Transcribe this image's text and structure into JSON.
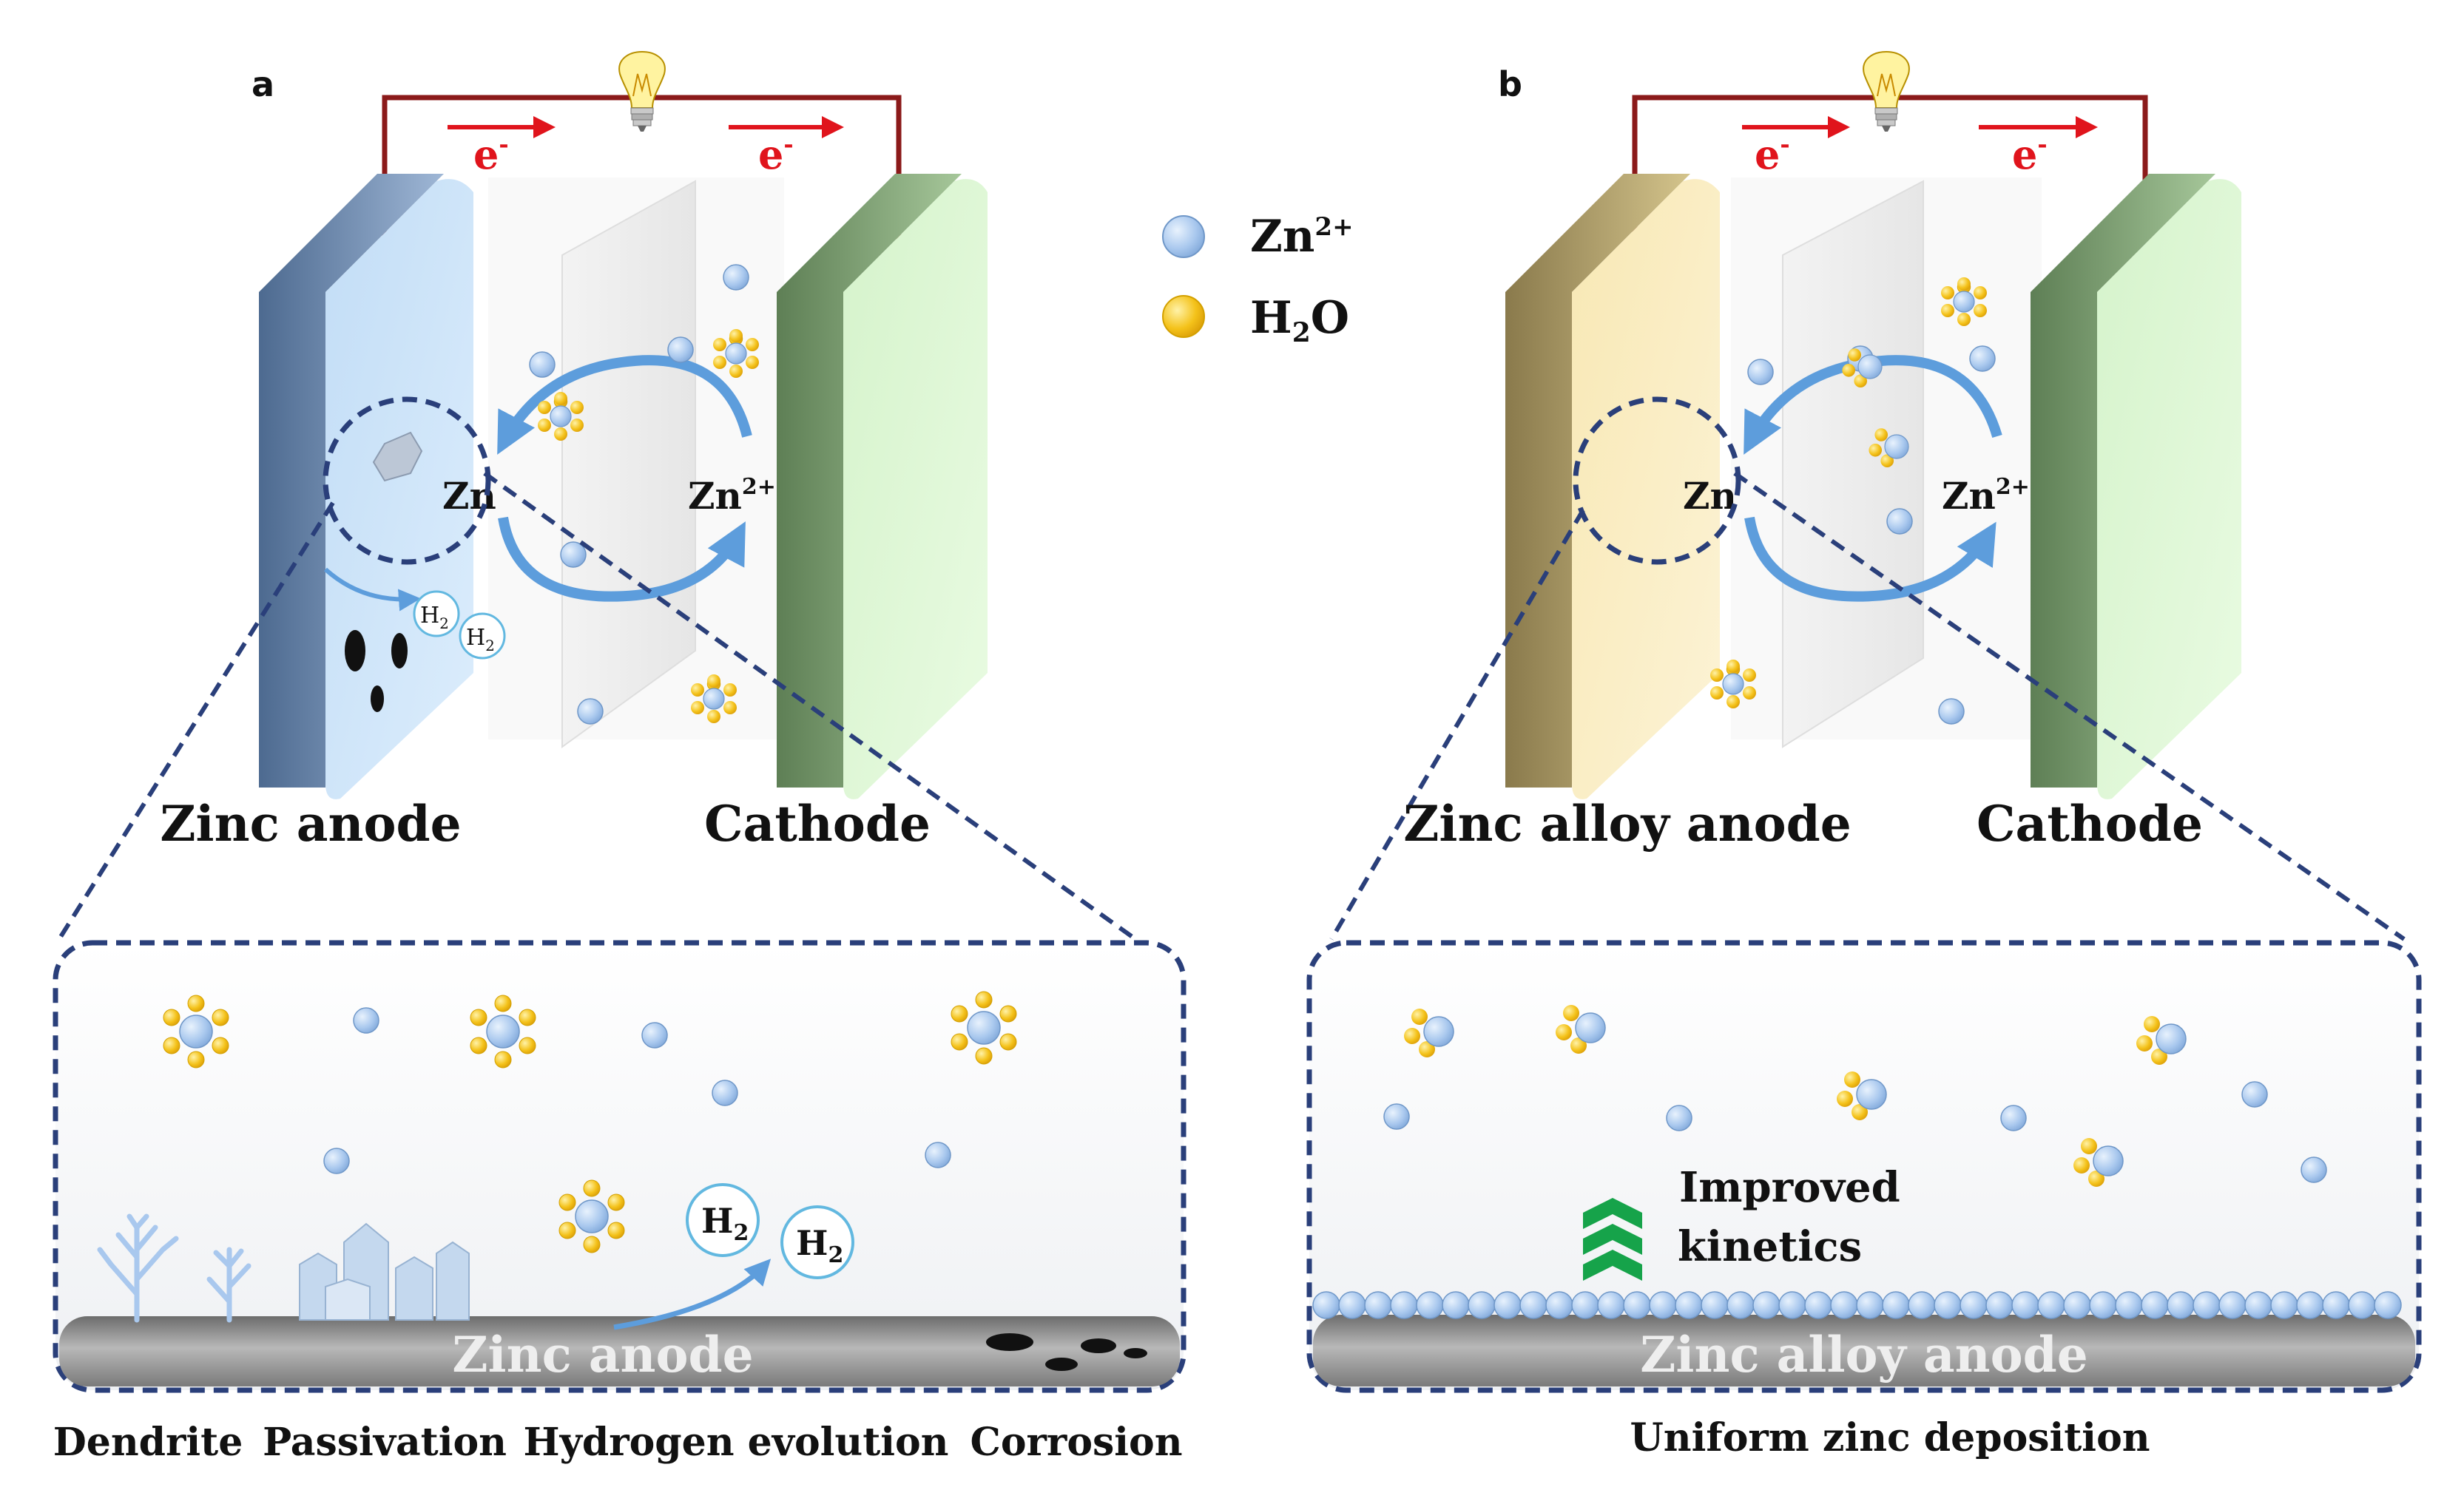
{
  "legend": {
    "zn_ion_base": "Zn",
    "zn_ion_sup": "2+",
    "water_base": "H",
    "water_sub": "2",
    "water_tail": "O"
  },
  "electron": {
    "base": "e",
    "sup": "-"
  },
  "panel_a": {
    "letter": "a",
    "anode_label": "Zinc anode",
    "cathode_label": "Cathode",
    "zn_label": "Zn",
    "zn_ion_base": "Zn",
    "zn_ion_sup": "2+",
    "h2_base": "H",
    "h2_sub": "2",
    "zoom_base_label": "Zinc anode",
    "captions": [
      "Dendrite",
      "Passivation",
      "Hydrogen evolution",
      "Corrosion"
    ]
  },
  "panel_b": {
    "letter": "b",
    "anode_label": "Zinc alloy anode",
    "cathode_label": "Cathode",
    "zn_label": "Zn",
    "zn_ion_base": "Zn",
    "zn_ion_sup": "2+",
    "kinetics_line1": "Improved",
    "kinetics_line2": "kinetics",
    "zoom_base_label": "Zinc alloy anode",
    "caption": "Uniform zinc deposition"
  },
  "colors": {
    "circuit_wire": "#8b1a1a",
    "electron_arrow": "#e0141c",
    "zn_anode_face": "#cfe6fa",
    "alloy_anode_face": "#fbeec2",
    "cathode_face": "#dff7d6",
    "zn_ion": "#a9c8ee",
    "water": "#f4c21a",
    "dashed_zoom": "#2a3f7a",
    "cycle_arrow": "#5d9ddc",
    "kinetics_chevron": "#16a34a"
  }
}
